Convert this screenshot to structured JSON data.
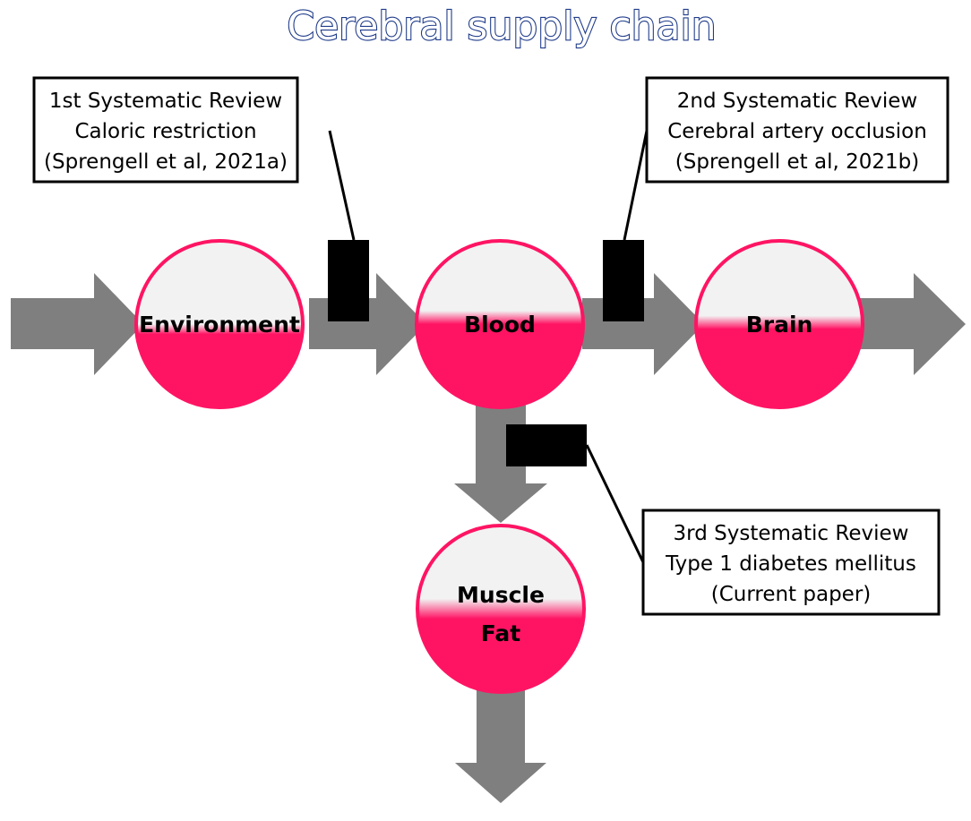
{
  "title": "Cerebral supply chain",
  "colors": {
    "title_fill": "#ffffff",
    "title_outline": "#1f3b8a",
    "arrow": "#7f7f7f",
    "circle_fill": "#ff1464",
    "circle_light": "#f2f2f2",
    "circle_border": "#ff1464",
    "blocker": "#000000",
    "box_border": "#000000"
  },
  "nodes": {
    "environment": {
      "label": "Environment"
    },
    "blood": {
      "label": "Blood"
    },
    "brain": {
      "label": "Brain"
    },
    "muscle_fat": {
      "label_line1": "Muscle",
      "label_line2": "Fat"
    }
  },
  "reviews": [
    {
      "line1": "1st Systematic Review",
      "line2": "Caloric restriction",
      "line3": "(Sprengell et al, 2021a)"
    },
    {
      "line1": "2nd Systematic Review",
      "line2": "Cerebral artery occlusion",
      "line3": "(Sprengell et al, 2021b)"
    },
    {
      "line1": "3rd Systematic Review",
      "line2": "Type 1 diabetes mellitus",
      "line3": "(Current paper)"
    }
  ]
}
